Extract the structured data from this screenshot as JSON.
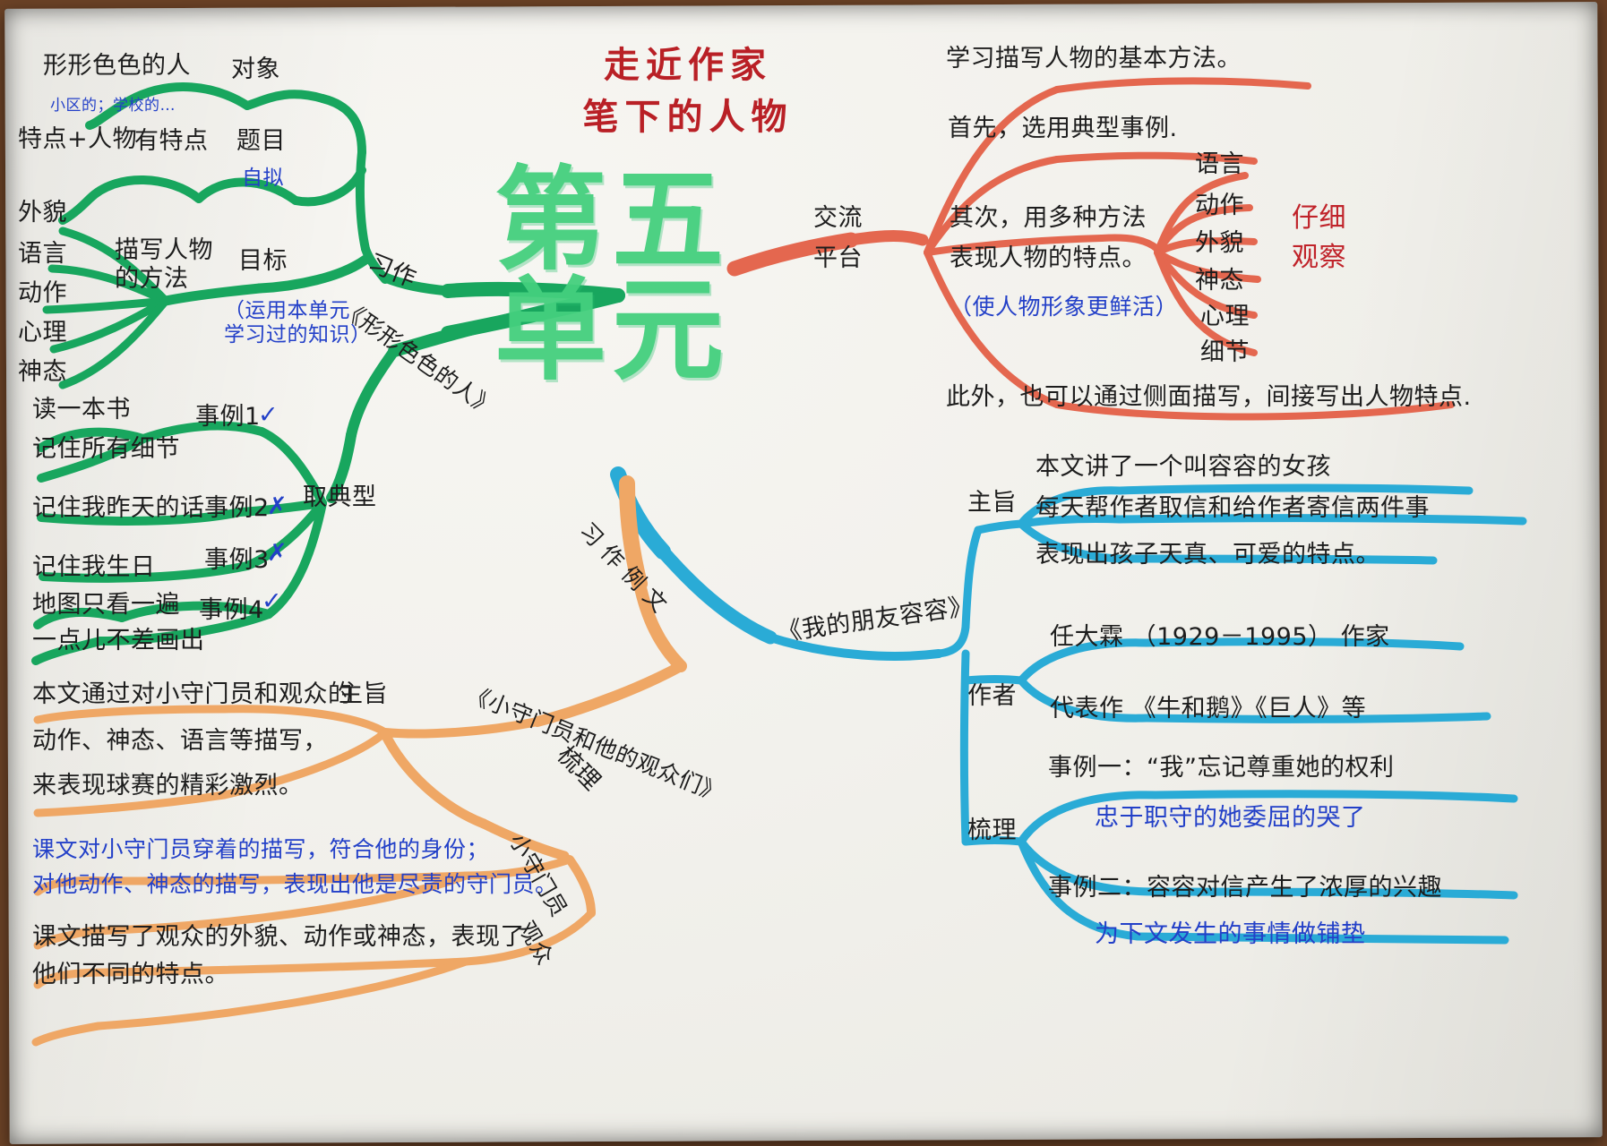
{
  "title": "走近作家\n笔下的人物",
  "center_label": "第五单元",
  "center_lines": [
    "第五",
    "单元"
  ],
  "branches": {
    "xizuo": {
      "name": "习作",
      "topic": "《形形色色的人》",
      "nodes": [
        {
          "label": "对象",
          "children": [
            "形形色色的人"
          ],
          "note": "小区的；学校的…"
        },
        {
          "label": "题目",
          "children": [
            "有特点",
            "特点+人物"
          ],
          "note": "自拟"
        },
        {
          "label": "目标",
          "children": [
            "描写人物\n的方法"
          ],
          "note": "（运用本单元\n学习过的知识）"
        },
        {
          "label": "取典型",
          "children": [
            "事例1",
            "事例2",
            "事例3",
            "事例4"
          ]
        }
      ],
      "methods": [
        "外貌",
        "语言",
        "动作",
        "心理",
        "神态"
      ],
      "examples": [
        {
          "name": "事例1",
          "mark": "✓",
          "details": [
            "读一本书",
            "记住所有细节"
          ]
        },
        {
          "name": "事例2",
          "mark": "✗",
          "details": [
            "记住我昨天的话"
          ]
        },
        {
          "name": "事例3",
          "mark": "✗",
          "details": [
            "记住我生日"
          ]
        },
        {
          "name": "事例4",
          "mark": "✓",
          "details": [
            "地图只看一遍",
            "一点儿不差画出"
          ]
        }
      ]
    },
    "jiaoliu": {
      "name": "交流\n平台",
      "lines": [
        "学习描写人物的基本方法。",
        "首先，选用典型事例.",
        "其次，用多种方法\n表现人物的特点。",
        "此外，也可以通过侧面描写，间接写出人物特点."
      ],
      "note": "（使人物形象更鲜活）",
      "methods": [
        "语言",
        "动作",
        "外貌",
        "神态",
        "心理",
        "细节"
      ],
      "highlight": "仔细\n观察"
    },
    "liti_xiaoshoumenyuan": {
      "name": "习 作 例 文",
      "topic": "《小守门员和他的观众们》",
      "zhuzhi_label": "主旨",
      "zhuzhi_lines": [
        "本文通过对小守门员和观众的",
        "动作、神态、语言等描写，",
        "来表现球赛的精彩激烈。"
      ],
      "shuli_label": "梳理",
      "sub_nodes": [
        {
          "label": "小守门员",
          "text": "课文对小守门员穿着的描写，符合他的身份；\n对他动作、神态的描写，表现出他是尽责的守门员。"
        },
        {
          "label": "观众",
          "text": "课文描写了观众的外貌、动作或神态，表现了\n他们不同的特点。"
        }
      ]
    },
    "liti_rongrong": {
      "topic": "《我的朋友容容》",
      "zhuzhi_label": "主旨",
      "zhuzhi_lines": [
        "本文讲了一个叫容容的女孩",
        "每天帮作者取信和给作者寄信两件事",
        "表现出孩子天真、可爱的特点。"
      ],
      "zuozhe_label": "作者",
      "zuozhe_lines": [
        "任大霖 （1929－1995） 作家",
        "代表作 《牛和鹅》《巨人》等"
      ],
      "shuli_label": "梳理",
      "shuli_items": [
        {
          "black": "事例一：“我”忘记尊重她的权利",
          "blue": "忠于职守的她委屈的哭了"
        },
        {
          "black": "事例二：容容对信产生了浓厚的兴趣",
          "blue": "为下文发生的事情做铺垫"
        }
      ]
    }
  },
  "colors": {
    "green": "#18a65e",
    "bright_green": "#44d07e",
    "red": "#e4674f",
    "title_red": "#b92026",
    "blue_pen": "#2340c8",
    "cyan": "#2aabd6",
    "orange": "#efa765",
    "ink": "#1d1d1d",
    "paper": "#f2f1ec"
  }
}
